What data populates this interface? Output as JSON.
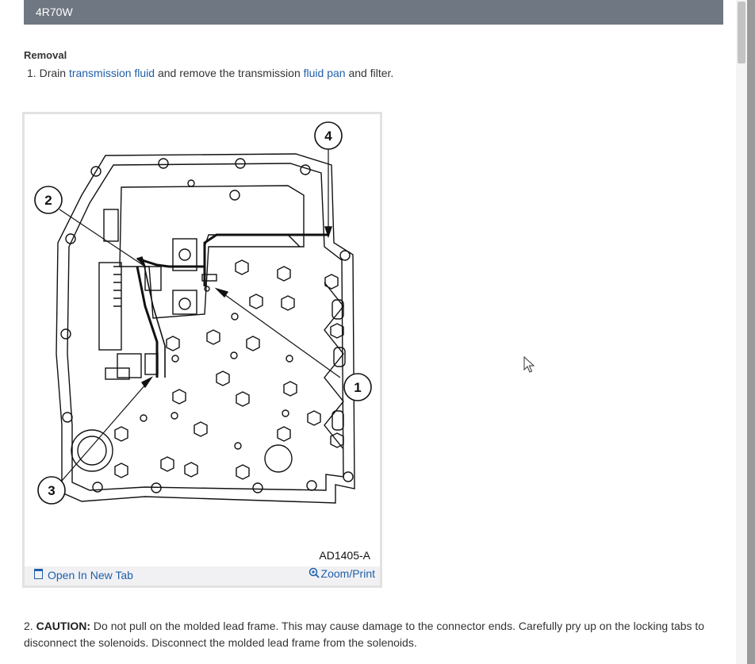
{
  "header": {
    "title": "4R70W"
  },
  "section": {
    "title": "Removal"
  },
  "steps": {
    "step1": {
      "number": "1.",
      "pre": "Drain",
      "link1": "transmission fluid",
      "mid": "and remove the transmission",
      "link2": "fluid pan",
      "post": "and filter."
    },
    "step2": {
      "number": "2.",
      "caution_label": "CAUTION:",
      "text": "Do not pull on the molded lead frame. This may cause damage to the connector ends. Carefully pry up on the locking tabs to disconnect the solenoids. Disconnect the molded lead frame from the solenoids."
    }
  },
  "figure": {
    "code": "AD1405-A",
    "callouts": [
      "1",
      "2",
      "3",
      "4"
    ],
    "open_tab_label": "Open In New Tab",
    "zoom_label": "Zoom/Print",
    "icons": {
      "open_tab": "open-new-tab-icon",
      "zoom": "zoom-in-icon"
    }
  },
  "colors": {
    "header_bg": "#6f7782",
    "link": "#1f5fa8",
    "text": "#333333"
  }
}
